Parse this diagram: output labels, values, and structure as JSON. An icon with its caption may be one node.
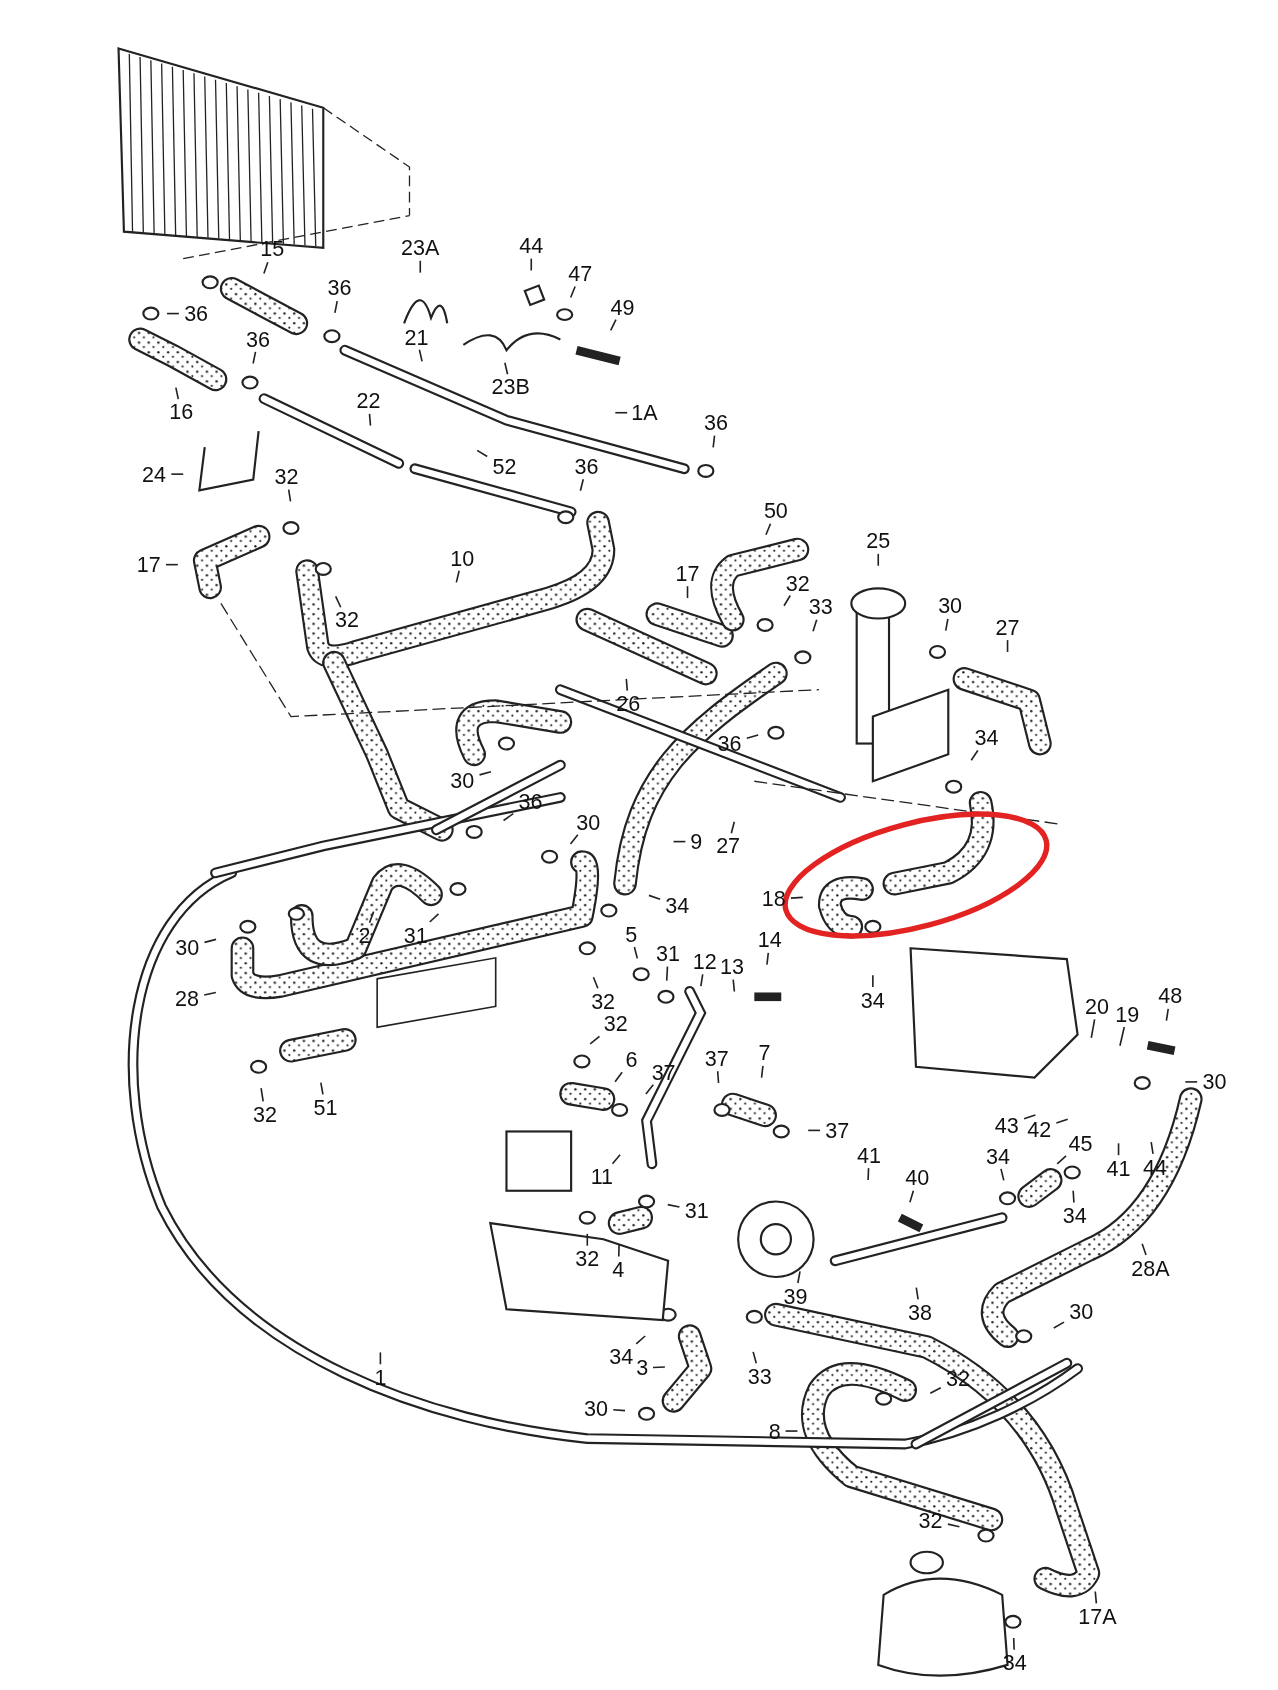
{
  "diagram": {
    "nodes": [
      {
        "text": [
          "15"
        ]
      },
      {
        "text": [
          "36"
        ]
      },
      {
        "text": [
          "23A"
        ]
      },
      {
        "text": [
          "44"
        ]
      },
      {
        "text": [
          "47"
        ]
      },
      {
        "text": [
          "36"
        ]
      },
      {
        "text": [
          "49"
        ]
      },
      {
        "text": [
          "36"
        ]
      },
      {
        "text": [
          "21"
        ]
      },
      {
        "text": [
          "16"
        ]
      },
      {
        "text": [
          "23B"
        ]
      },
      {
        "text": [
          "1A"
        ]
      },
      {
        "text": [
          "22"
        ]
      },
      {
        "text": [
          "52"
        ]
      },
      {
        "text": [
          "36"
        ]
      },
      {
        "text": [
          "24"
        ]
      },
      {
        "text": [
          "36"
        ]
      },
      {
        "text": [
          "32"
        ]
      },
      {
        "text": [
          "17"
        ]
      },
      {
        "text": [
          "10"
        ]
      },
      {
        "text": [
          "50"
        ]
      },
      {
        "text": [
          "25"
        ]
      },
      {
        "text": [
          "32"
        ]
      },
      {
        "text": [
          "17"
        ]
      },
      {
        "text": [
          "32"
        ]
      },
      {
        "text": [
          "33"
        ]
      },
      {
        "text": [
          "30"
        ]
      },
      {
        "text": [
          "27"
        ]
      },
      {
        "text": [
          "26"
        ]
      },
      {
        "text": [
          "36"
        ]
      },
      {
        "text": [
          "30"
        ]
      },
      {
        "text": [
          "34"
        ]
      },
      {
        "text": [
          "27"
        ]
      },
      {
        "text": [
          "36"
        ]
      },
      {
        "text": [
          "30"
        ]
      },
      {
        "text": [
          "9"
        ]
      },
      {
        "text": [
          "2"
        ]
      },
      {
        "text": [
          "31"
        ]
      },
      {
        "text": [
          "34"
        ]
      },
      {
        "text": [
          "18"
        ]
      },
      {
        "text": [
          "30"
        ]
      },
      {
        "text": [
          "5"
        ]
      },
      {
        "text": [
          "31"
        ]
      },
      {
        "text": [
          "14"
        ]
      },
      {
        "text": [
          "28"
        ]
      },
      {
        "text": [
          "12"
        ]
      },
      {
        "text": [
          "13"
        ]
      },
      {
        "text": [
          "34"
        ]
      },
      {
        "text": [
          "32"
        ]
      },
      {
        "text": [
          "20"
        ]
      },
      {
        "text": [
          "19"
        ]
      },
      {
        "text": [
          "48"
        ]
      },
      {
        "text": [
          "32"
        ]
      },
      {
        "text": [
          "6"
        ]
      },
      {
        "text": [
          "37"
        ]
      },
      {
        "text": [
          "37"
        ]
      },
      {
        "text": [
          "7"
        ]
      },
      {
        "text": [
          "30"
        ]
      },
      {
        "text": [
          "32"
        ]
      },
      {
        "text": [
          "51"
        ]
      },
      {
        "text": [
          "43"
        ]
      },
      {
        "text": [
          "37"
        ]
      },
      {
        "text": [
          "42"
        ]
      },
      {
        "text": [
          "11"
        ]
      },
      {
        "text": [
          "41"
        ]
      },
      {
        "text": [
          "40"
        ]
      },
      {
        "text": [
          "34"
        ]
      },
      {
        "text": [
          "45"
        ]
      },
      {
        "text": [
          "41"
        ]
      },
      {
        "text": [
          "44"
        ]
      },
      {
        "text": [
          "31"
        ]
      },
      {
        "text": [
          "34"
        ]
      },
      {
        "text": [
          "32"
        ]
      },
      {
        "text": [
          "4"
        ]
      },
      {
        "text": [
          "39"
        ]
      },
      {
        "text": [
          "38"
        ]
      },
      {
        "text": [
          "28A"
        ]
      },
      {
        "text": [
          "34"
        ]
      },
      {
        "text": [
          "33"
        ]
      },
      {
        "text": [
          "30"
        ]
      },
      {
        "text": [
          "1"
        ]
      },
      {
        "text": [
          "3"
        ]
      },
      {
        "text": [
          "32"
        ]
      },
      {
        "text": [
          "30"
        ]
      },
      {
        "text": [
          "8"
        ]
      },
      {
        "text": [
          "32"
        ]
      },
      {
        "text": [
          "17A"
        ]
      },
      {
        "text": [
          "34"
        ]
      }
    ],
    "edges": [
      {
        "from": 0,
        "to": null,
        "arrow": "none"
      },
      {
        "from": 1,
        "to": null,
        "arrow": "none"
      },
      {
        "from": 2,
        "to": null,
        "arrow": "none"
      },
      {
        "from": 3,
        "to": null,
        "arrow": "none"
      },
      {
        "from": 4,
        "to": null,
        "arrow": "none"
      },
      {
        "from": 5,
        "to": null,
        "arrow": "none"
      },
      {
        "from": 6,
        "to": null,
        "arrow": "none"
      },
      {
        "from": 7,
        "to": null,
        "arrow": "none"
      },
      {
        "from": 8,
        "to": null,
        "arrow": "none"
      },
      {
        "from": 9,
        "to": null,
        "arrow": "none"
      },
      {
        "from": 10,
        "to": null,
        "arrow": "none"
      },
      {
        "from": 11,
        "to": null,
        "arrow": "none"
      },
      {
        "from": 12,
        "to": null,
        "arrow": "none"
      },
      {
        "from": 13,
        "to": null,
        "arrow": "none"
      },
      {
        "from": 14,
        "to": null,
        "arrow": "none"
      },
      {
        "from": 15,
        "to": null,
        "arrow": "none"
      },
      {
        "from": 16,
        "to": null,
        "arrow": "none"
      },
      {
        "from": 17,
        "to": null,
        "arrow": "none"
      },
      {
        "from": 18,
        "to": null,
        "arrow": "none"
      },
      {
        "from": 19,
        "to": null,
        "arrow": "none"
      },
      {
        "from": 20,
        "to": null,
        "arrow": "none"
      },
      {
        "from": 21,
        "to": null,
        "arrow": "none"
      },
      {
        "from": 22,
        "to": null,
        "arrow": "none"
      },
      {
        "from": 23,
        "to": null,
        "arrow": "none"
      },
      {
        "from": 24,
        "to": null,
        "arrow": "none"
      },
      {
        "from": 25,
        "to": null,
        "arrow": "none"
      },
      {
        "from": 26,
        "to": null,
        "arrow": "none"
      },
      {
        "from": 27,
        "to": null,
        "arrow": "none"
      },
      {
        "from": 28,
        "to": null,
        "arrow": "none"
      },
      {
        "from": 29,
        "to": null,
        "arrow": "none"
      },
      {
        "from": 30,
        "to": null,
        "arrow": "none"
      },
      {
        "from": 31,
        "to": null,
        "arrow": "none"
      },
      {
        "from": 32,
        "to": null,
        "arrow": "none"
      },
      {
        "from": 33,
        "to": null,
        "arrow": "none"
      },
      {
        "from": 34,
        "to": null,
        "arrow": "none"
      },
      {
        "from": 35,
        "to": null,
        "arrow": "none"
      },
      {
        "from": 36,
        "to": null,
        "arrow": "none"
      },
      {
        "from": 37,
        "to": null,
        "arrow": "none"
      },
      {
        "from": 38,
        "to": null,
        "arrow": "none"
      },
      {
        "from": 39,
        "to": null,
        "arrow": "none"
      },
      {
        "from": 40,
        "to": null,
        "arrow": "none"
      },
      {
        "from": 41,
        "to": null,
        "arrow": "none"
      },
      {
        "from": 42,
        "to": null,
        "arrow": "none"
      },
      {
        "from": 43,
        "to": null,
        "arrow": "none"
      },
      {
        "from": 44,
        "to": null,
        "arrow": "none"
      },
      {
        "from": 45,
        "to": null,
        "arrow": "none"
      },
      {
        "from": 46,
        "to": null,
        "arrow": "none"
      },
      {
        "from": 47,
        "to": null,
        "arrow": "none"
      },
      {
        "from": 48,
        "to": null,
        "arrow": "none"
      },
      {
        "from": 49,
        "to": null,
        "arrow": "none"
      },
      {
        "from": 50,
        "to": null,
        "arrow": "none"
      },
      {
        "from": 51,
        "to": null,
        "arrow": "none"
      },
      {
        "from": 52,
        "to": null,
        "arrow": "none"
      },
      {
        "from": 53,
        "to": null,
        "arrow": "none"
      },
      {
        "from": 54,
        "to": null,
        "arrow": "none"
      },
      {
        "from": 55,
        "to": null,
        "arrow": "none"
      },
      {
        "from": 56,
        "to": null,
        "arrow": "none"
      },
      {
        "from": 57,
        "to": null,
        "arrow": "none"
      },
      {
        "from": 58,
        "to": null,
        "arrow": "none"
      },
      {
        "from": 59,
        "to": null,
        "arrow": "none"
      },
      {
        "from": 60,
        "to": null,
        "arrow": "none"
      },
      {
        "from": 61,
        "to": null,
        "arrow": "none"
      },
      {
        "from": 62,
        "to": null,
        "arrow": "none"
      },
      {
        "from": 63,
        "to": null,
        "arrow": "none"
      },
      {
        "from": 64,
        "to": null,
        "arrow": "none"
      },
      {
        "from": 65,
        "to": null,
        "arrow": "none"
      },
      {
        "from": 66,
        "to": null,
        "arrow": "none"
      },
      {
        "from": 67,
        "to": null,
        "arrow": "none"
      },
      {
        "from": 68,
        "to": null,
        "arrow": "none"
      },
      {
        "from": 69,
        "to": null,
        "arrow": "none"
      },
      {
        "from": 70,
        "to": null,
        "arrow": "none"
      },
      {
        "from": 71,
        "to": null,
        "arrow": "none"
      },
      {
        "from": 72,
        "to": null,
        "arrow": "none"
      },
      {
        "from": 73,
        "to": null,
        "arrow": "none"
      },
      {
        "from": 74,
        "to": null,
        "arrow": "none"
      },
      {
        "from": 75,
        "to": null,
        "arrow": "none"
      },
      {
        "from": 76,
        "to": null,
        "arrow": "none"
      },
      {
        "from": 77,
        "to": null,
        "arrow": "none"
      },
      {
        "from": 78,
        "to": null,
        "arrow": "none"
      },
      {
        "from": 79,
        "to": null,
        "arrow": "none"
      },
      {
        "from": 80,
        "to": null,
        "arrow": "none"
      },
      {
        "from": 81,
        "to": null,
        "arrow": "none"
      },
      {
        "from": 82,
        "to": null,
        "arrow": "none"
      },
      {
        "from": 83,
        "to": null,
        "arrow": "none"
      },
      {
        "from": 84,
        "to": null,
        "arrow": "none"
      },
      {
        "from": 85,
        "to": null,
        "arrow": "none"
      },
      {
        "from": 86,
        "to": null,
        "arrow": "none"
      },
      {
        "from": 87,
        "to": null,
        "arrow": "none"
      }
    ]
  }
}
